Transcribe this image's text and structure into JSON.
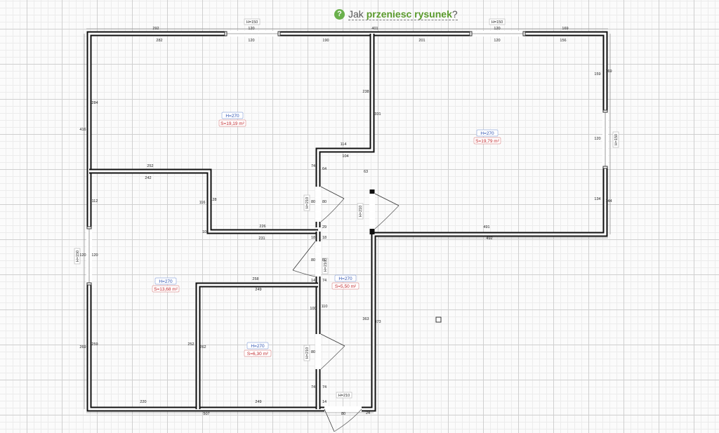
{
  "help": {
    "prefix": "Jak",
    "highlight": "przeniesc rysunek",
    "suffix": "?"
  },
  "icons": {
    "help": "question-mark-icon"
  },
  "colors": {
    "height_label": "#2a4fb0",
    "area_label": "#c0262a",
    "wall": "#111111",
    "accent": "#6ab04c"
  },
  "rooms": [
    {
      "height": "H=270",
      "area": "S=19,19 m²"
    },
    {
      "height": "H=270",
      "area": "S=19,79 m²"
    },
    {
      "height": "H=270",
      "area": "S=13,68 m²"
    },
    {
      "height": "H=270",
      "area": "S=5,50 m²"
    },
    {
      "height": "H=270",
      "area": "S=6,30 m²"
    }
  ],
  "tags": [
    "H=150",
    "H=150",
    "H=150",
    "H=150",
    "H=210",
    "H=210",
    "H=210",
    "H=210",
    "H=210"
  ],
  "dims": [
    "292",
    "120",
    "401",
    "120",
    "169",
    "282",
    "120",
    "190",
    "201",
    "120",
    "156",
    "159",
    "169",
    "120",
    "134",
    "144",
    "491",
    "492",
    "238",
    "331",
    "114",
    "104",
    "63",
    "74",
    "64",
    "80",
    "80",
    "29",
    "18",
    "18",
    "80",
    "80",
    "14",
    "74",
    "110",
    "100",
    "80",
    "74",
    "74",
    "14",
    "80",
    "24",
    "363",
    "373",
    "284",
    "416",
    "252",
    "242",
    "112",
    "116",
    "128",
    "10",
    "226",
    "231",
    "120",
    "120",
    "269",
    "259",
    "252",
    "262",
    "258",
    "249",
    "220",
    "249",
    "507"
  ]
}
